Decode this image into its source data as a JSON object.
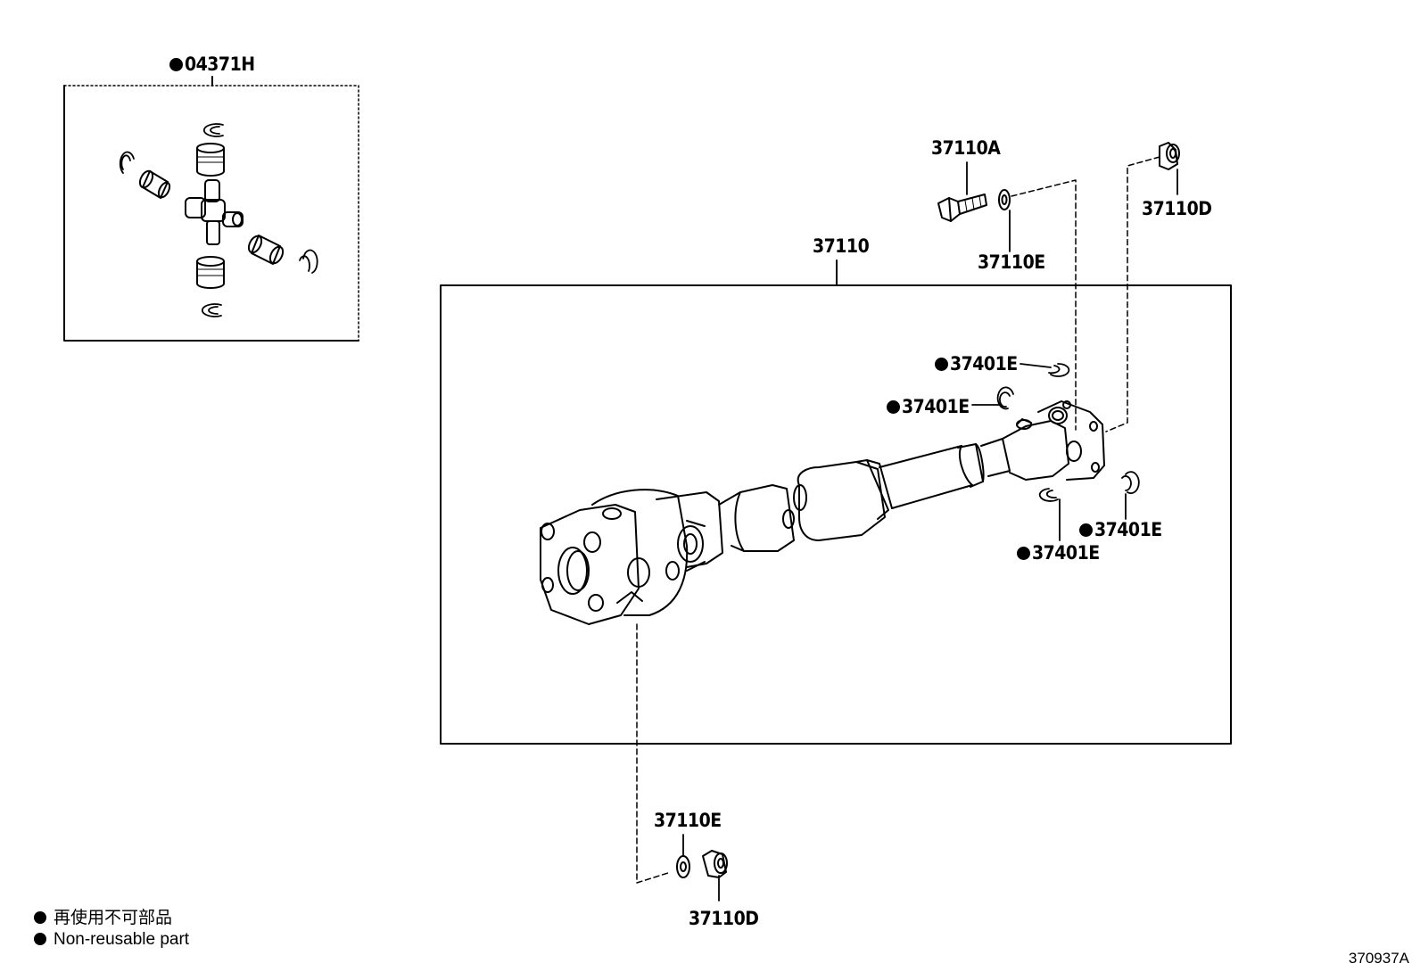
{
  "diagram": {
    "catalog_number": "370937A",
    "legend": {
      "line_jp": "再使用不可部品",
      "line_en": "Non-reusable part"
    },
    "parts": {
      "spider_kit": "04371H",
      "shaft_assy": "37110",
      "bolt_top": "37110A",
      "washer_top": "37110E",
      "nut_top": "37110D",
      "snap_ring_1": "37401E",
      "snap_ring_2": "37401E",
      "snap_ring_3": "37401E",
      "snap_ring_4": "37401E",
      "washer_bottom": "37110E",
      "nut_bottom": "37110D"
    }
  }
}
